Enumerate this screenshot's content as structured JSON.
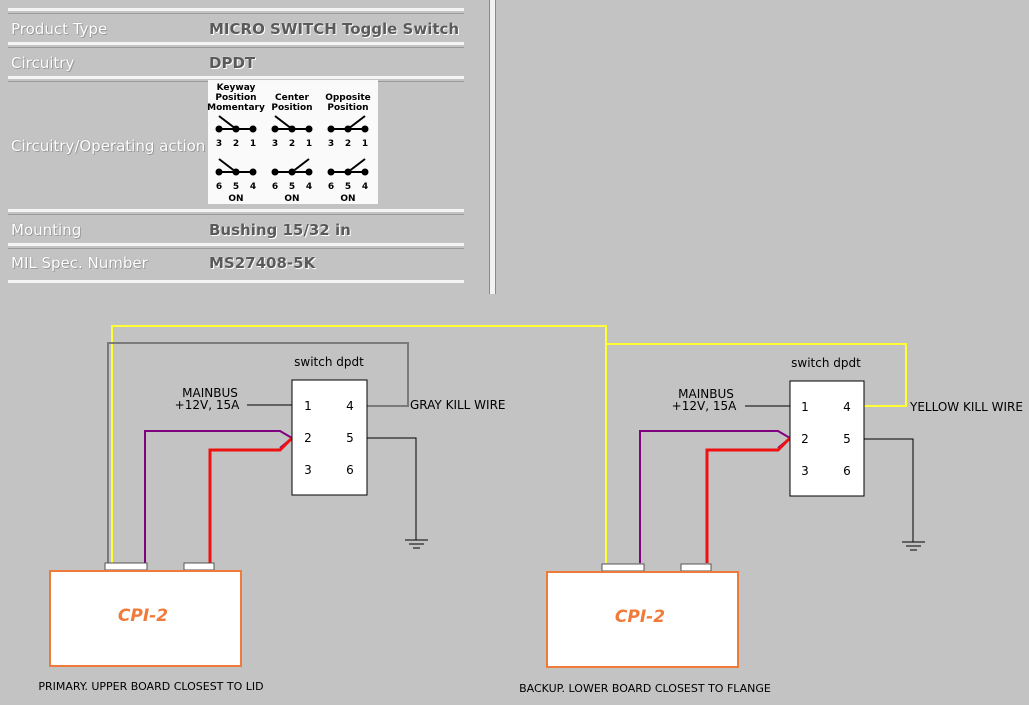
{
  "spec": {
    "rows": [
      {
        "label": "Product Type",
        "value": "MICRO SWITCH Toggle Switch"
      },
      {
        "label": "Circuitry",
        "value": "DPDT"
      },
      {
        "label": "Circuitry/Operating action",
        "value": ""
      },
      {
        "label": "Mounting",
        "value": "Bushing 15/32 in"
      },
      {
        "label": "MIL Spec. Number",
        "value": "MS27408-5K"
      }
    ],
    "positions": [
      {
        "line1": "Keyway",
        "line2": "Position",
        "line3": "Momentary",
        "state": "ON"
      },
      {
        "line1": "",
        "line2": "Center",
        "line3": "Position",
        "state": "ON"
      },
      {
        "line1": "",
        "line2": "Opposite",
        "line3": "Position",
        "state": "ON"
      }
    ],
    "pins_top": [
      "3",
      "2",
      "1"
    ],
    "pins_bottom": [
      "6",
      "5",
      "4"
    ]
  },
  "diagram": {
    "left": {
      "switch_title": "switch dpdt",
      "pins": [
        "1",
        "4",
        "2",
        "5",
        "3",
        "6"
      ],
      "mainbus_line1": "MAINBUS",
      "mainbus_line2": "+12V, 15A",
      "kill_label": "GRAY KILL WIRE",
      "box_label": "CPI-2",
      "caption": "PRIMARY. UPPER BOARD CLOSEST TO LID"
    },
    "right": {
      "switch_title": "switch dpdt",
      "pins": [
        "1",
        "4",
        "2",
        "5",
        "3",
        "6"
      ],
      "mainbus_line1": "MAINBUS",
      "mainbus_line2": "+12V, 15A",
      "kill_label": "YELLOW KILL WIRE",
      "box_label": "CPI-2",
      "caption": "BACKUP. LOWER BOARD CLOSEST TO FLANGE"
    },
    "colors": {
      "yellow": "#ffff33",
      "gray": "#7a7a7a",
      "purple": "#800080",
      "red": "#ee1111",
      "orange": "#f07a3a",
      "black": "#000000"
    }
  }
}
